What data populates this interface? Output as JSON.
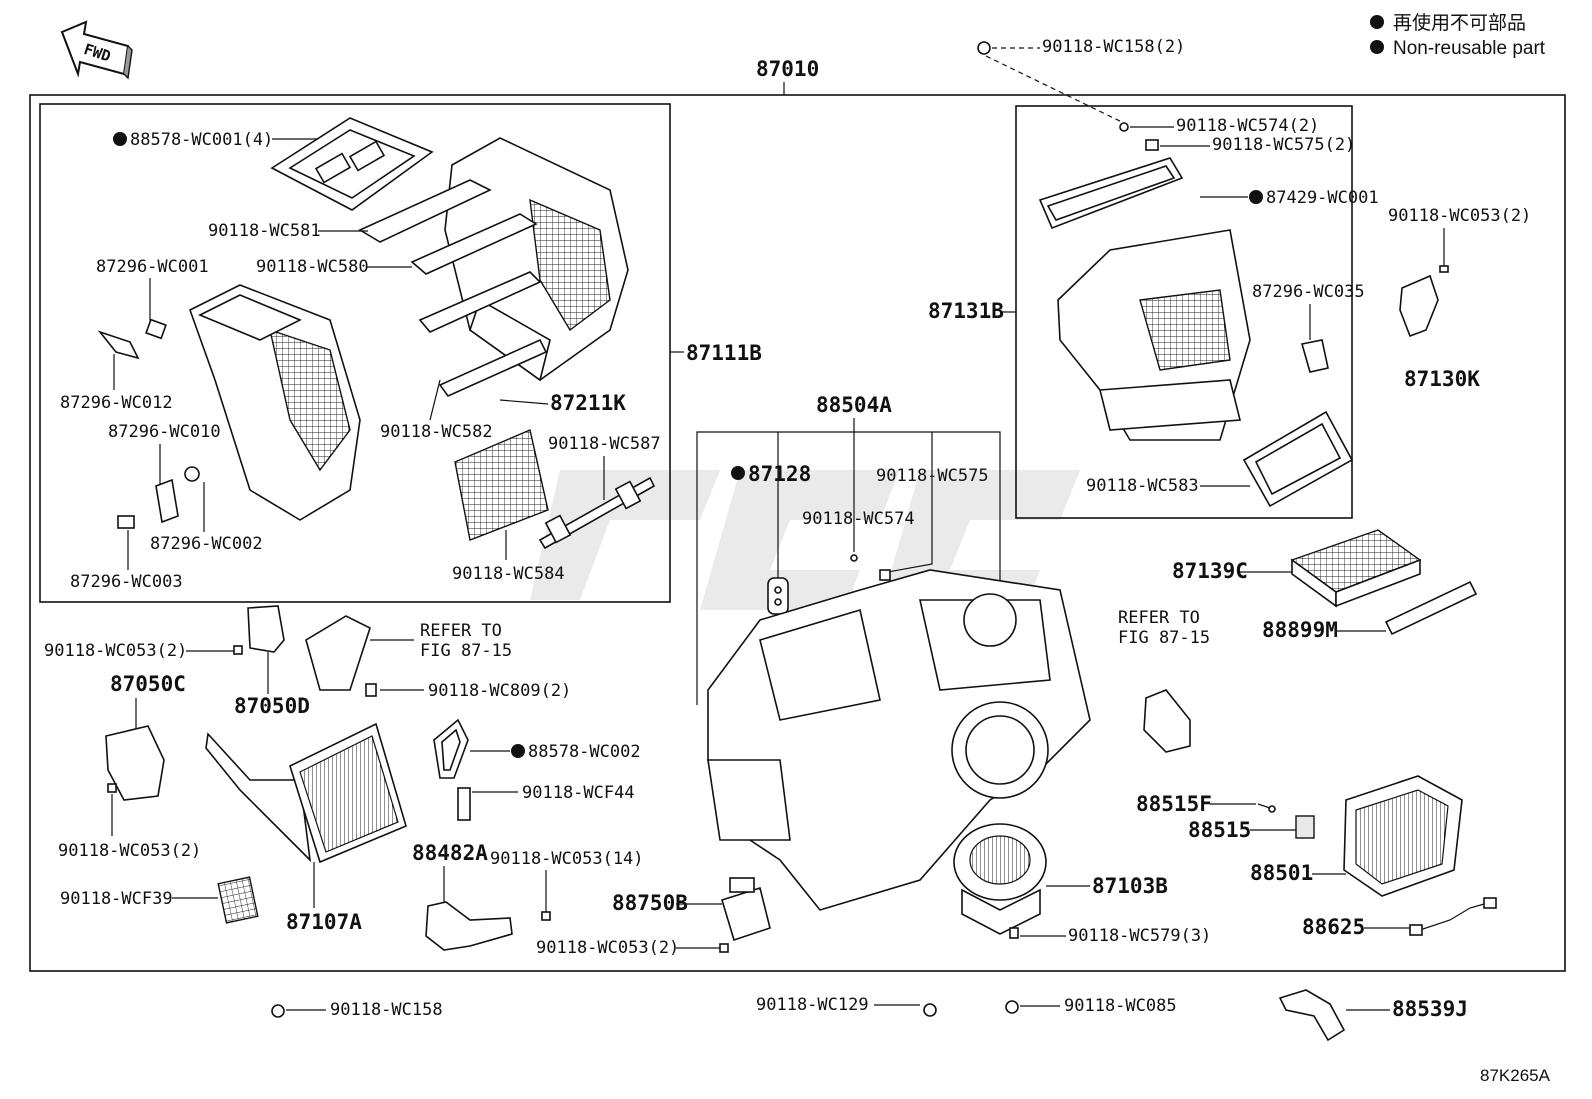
{
  "legend": {
    "line1": "再使用不可部品",
    "line2": "Non-reusable part"
  },
  "fwd_label": "FWD",
  "diagram_code": "87K265A",
  "assembly": "87010",
  "parts": {
    "p88578_wc001": "88578-WC001(4)",
    "p90118_wc581": "90118-WC581",
    "p90118_wc580": "90118-WC580",
    "p87296_wc001": "87296-WC001",
    "p87296_wc012": "87296-WC012",
    "p87296_wc010": "87296-WC010",
    "p87296_wc002": "87296-WC002",
    "p87296_wc003": "87296-WC003",
    "p90118_wc582": "90118-WC582",
    "p87211k": "87211K",
    "p87111b": "87111B",
    "p90118_wc587": "90118-WC587",
    "p90118_wc584": "90118-WC584",
    "p90118_wc158_2": "90118-WC158(2)",
    "p90118_wc574_2": "90118-WC574(2)",
    "p90118_wc575_2": "90118-WC575(2)",
    "p87429_wc001": "87429-WC001",
    "p87131b": "87131B",
    "p87296_wc035": "87296-WC035",
    "p90118_wc583": "90118-WC583",
    "p90118_wc053_2a": "90118-WC053(2)",
    "p87130k": "87130K",
    "p88504a": "88504A",
    "p87128": "87128",
    "p90118_wc575": "90118-WC575",
    "p90118_wc574": "90118-WC574",
    "p87139c": "87139C",
    "p88899m": "88899M",
    "p90118_wc053_2b": "90118-WC053(2)",
    "p87050c": "87050C",
    "p87050d": "87050D",
    "refer1_l1": "REFER TO",
    "refer1_l2": "FIG 87-15",
    "p90118_wc809_2": "90118-WC809(2)",
    "p88578_wc002": "88578-WC002",
    "p90118_wcf44": "90118-WCF44",
    "p90118_wc053_2c": "90118-WC053(2)",
    "p88482a": "88482A",
    "p90118_wc053_14": "90118-WC053(14)",
    "p90118_wcf39": "90118-WCF39",
    "p87107a": "87107A",
    "p88750b": "88750B",
    "p90118_wc053_2d": "90118-WC053(2)",
    "p87103b": "87103B",
    "p90118_wc579_3": "90118-WC579(3)",
    "refer2_l1": "REFER TO",
    "refer2_l2": "FIG 87-15",
    "p88515f": "88515F",
    "p88515": "88515",
    "p88501": "88501",
    "p88625": "88625",
    "p90118_wc158": "90118-WC158",
    "p90118_wc129": "90118-WC129",
    "p90118_wc085": "90118-WC085",
    "p88539j": "88539J"
  }
}
